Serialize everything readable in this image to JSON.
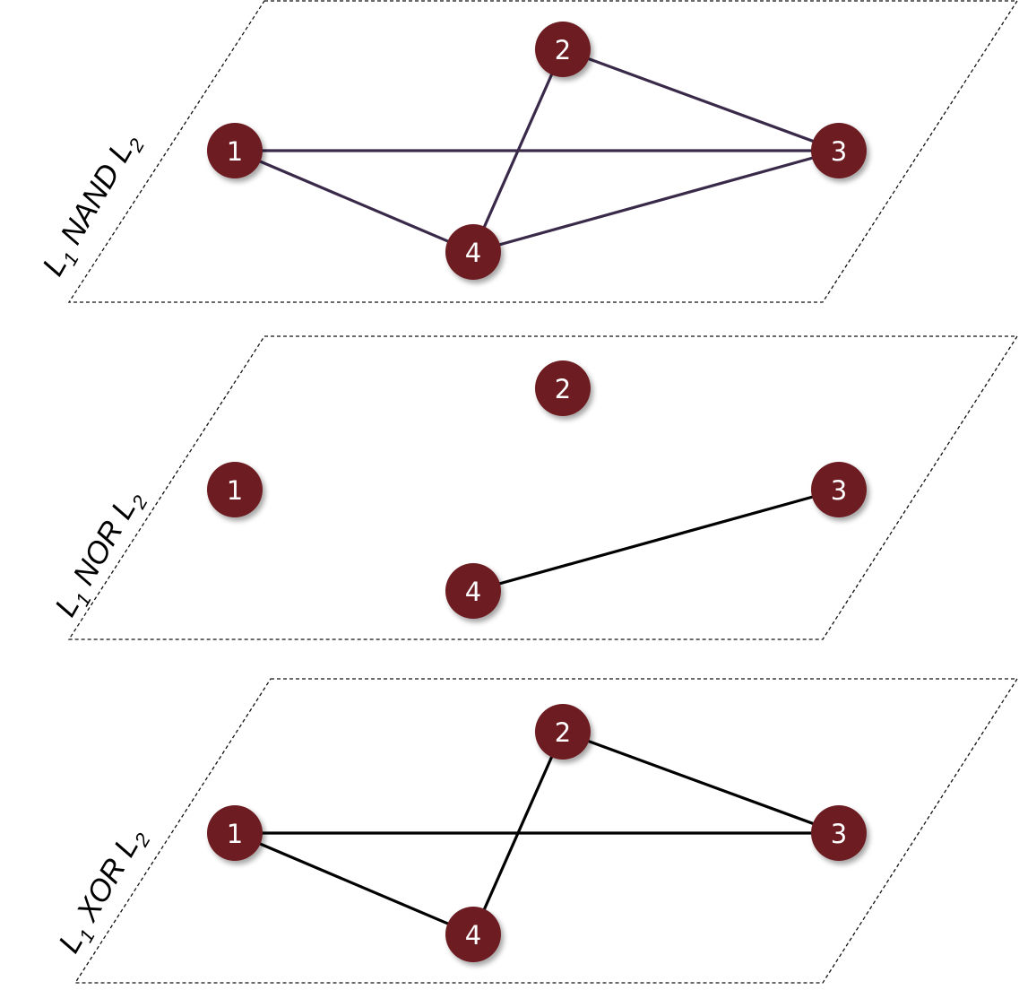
{
  "colors": {
    "node_fill": "#6d1f22",
    "node_text": "#ffffff",
    "plane_stroke": "#111111",
    "edge_default": "#000000",
    "edge_nand": "#3a2a4a"
  },
  "layers": [
    {
      "name": "nand",
      "label": {
        "l1": "L",
        "s1": "1",
        "op": " NAND L",
        "s2": "2"
      },
      "edge_color": "#3a2a4a",
      "nodes": [
        "1",
        "2",
        "3",
        "4"
      ],
      "edges": [
        [
          "1",
          "3"
        ],
        [
          "1",
          "4"
        ],
        [
          "2",
          "3"
        ],
        [
          "2",
          "4"
        ],
        [
          "3",
          "4"
        ]
      ]
    },
    {
      "name": "nor",
      "label": {
        "l1": "L",
        "s1": "1",
        "op": " NOR L",
        "s2": "2"
      },
      "edge_color": "#000000",
      "nodes": [
        "1",
        "2",
        "3",
        "4"
      ],
      "edges": [
        [
          "3",
          "4"
        ]
      ]
    },
    {
      "name": "xor",
      "label": {
        "l1": "L",
        "s1": "1",
        "op": " XOR L",
        "s2": "2"
      },
      "edge_color": "#000000",
      "nodes": [
        "1",
        "2",
        "3",
        "4"
      ],
      "edges": [
        [
          "1",
          "3"
        ],
        [
          "1",
          "4"
        ],
        [
          "2",
          "3"
        ],
        [
          "2",
          "4"
        ]
      ]
    }
  ]
}
